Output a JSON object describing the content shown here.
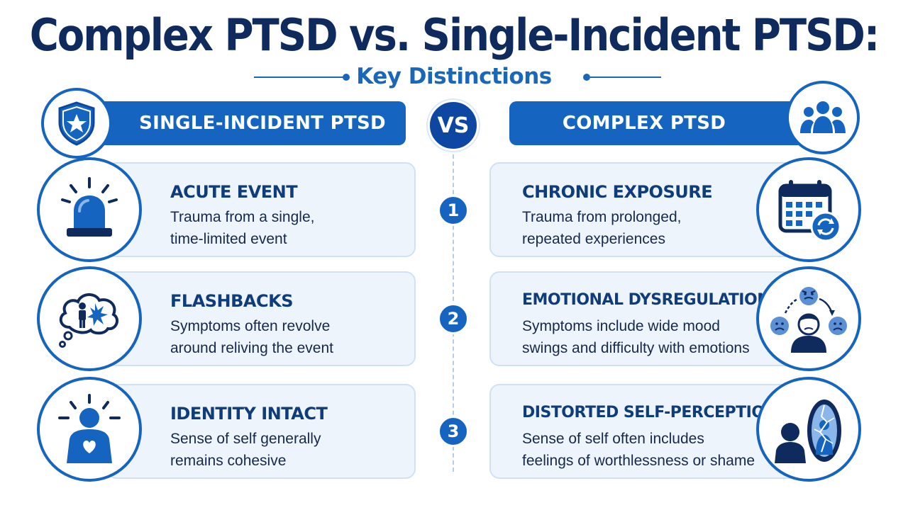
{
  "title": "Complex PTSD vs. Single-Incident PTSD:",
  "subtitle": "Key Distinctions",
  "vs_label": "VS",
  "left_header": {
    "label": "SINGLE-INCIDENT PTSD",
    "icon": "shield-star-icon"
  },
  "right_header": {
    "label": "COMPLEX PTSD",
    "icon": "group-people-icon"
  },
  "rows": [
    {
      "number": "1",
      "left": {
        "title": "ACUTE EVENT",
        "line1": "Trauma from a single,",
        "line2": "time-limited event",
        "icon": "siren-alarm-icon"
      },
      "right": {
        "title": "CHRONIC EXPOSURE",
        "line1": "Trauma from prolonged,",
        "line2": "repeated experiences",
        "icon": "calendar-repeat-icon"
      }
    },
    {
      "number": "2",
      "left": {
        "title": "FLASHBACKS",
        "line1": "Symptoms often revolve",
        "line2": "around reliving the event",
        "icon": "thought-bubble-flashback-icon"
      },
      "right": {
        "title": "EMOTIONAL DYSREGULATION",
        "line1": "Symptoms include wide mood",
        "line2": "swings and difficulty with emotions",
        "icon": "mood-swings-icon"
      }
    },
    {
      "number": "3",
      "left": {
        "title": "IDENTITY INTACT",
        "line1": "Sense of self generally",
        "line2": "remains cohesive",
        "icon": "person-heart-icon"
      },
      "right": {
        "title": "DISTORTED SELF-PERCEPTION",
        "line1": "Sense of self often includes",
        "line2": "feelings of worthlessness or shame",
        "icon": "broken-mirror-icon"
      }
    }
  ],
  "colors": {
    "primary": "#1565c0",
    "dark": "#0f2a5c",
    "card_bg": "#eef4fc"
  }
}
